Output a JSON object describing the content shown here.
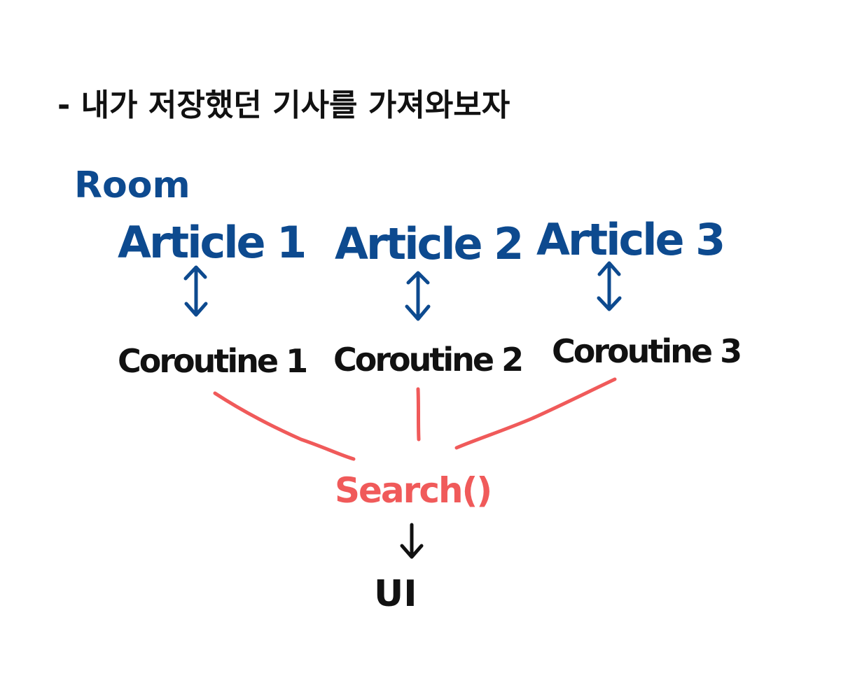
{
  "heading": "- 내가 저장했던 기사를 가져와보자",
  "room": "Room",
  "articles": [
    "Article 1",
    "Article 2",
    "Article 3"
  ],
  "coroutines": [
    "Coroutine 1",
    "Coroutine 2",
    "Coroutine 3"
  ],
  "search": "Search()",
  "ui": "UI",
  "colors": {
    "blue": "#0d4a8f",
    "red": "#f05a5a",
    "black": "#111111"
  }
}
